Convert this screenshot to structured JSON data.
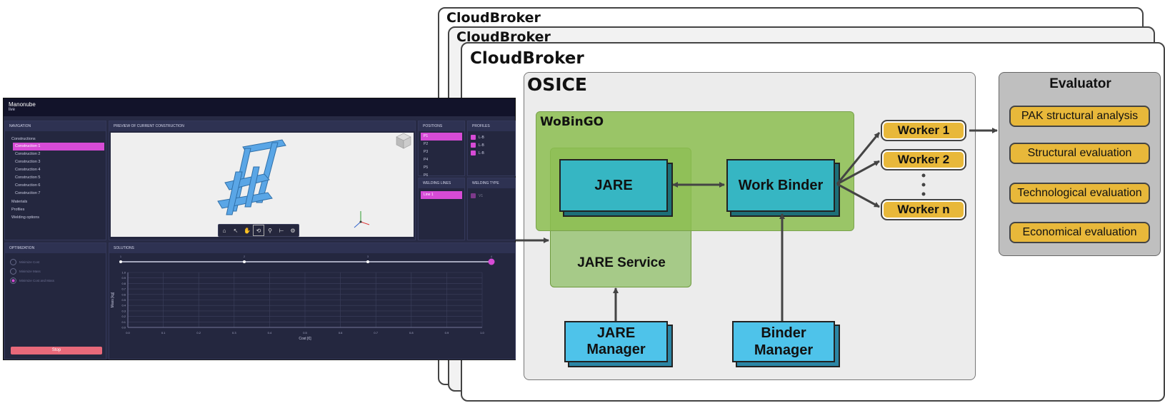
{
  "cloudbroker": {
    "labels": [
      "CloudBroker",
      "CloudBroker",
      "CloudBroker"
    ]
  },
  "osice": {
    "title": "OSICE"
  },
  "wobingo": {
    "title": "WoBinGO"
  },
  "jare": {
    "label": "JARE"
  },
  "work_binder": {
    "label": "Work Binder"
  },
  "jare_service": {
    "label": "JARE Service"
  },
  "jare_manager": {
    "label": "JARE Manager"
  },
  "binder_manager": {
    "line1": "Binder",
    "line2": "Manager"
  },
  "workers": [
    "Worker 1",
    "Worker 2",
    "Worker n"
  ],
  "evaluator": {
    "title": "Evaluator",
    "items": [
      "PAK structural analysis",
      "Structural evaluation",
      "Technological evaluation",
      "Economical evaluation"
    ]
  },
  "colors": {
    "teal": "#36b6c3",
    "light_blue": "#4ec3ea",
    "gold": "#e8b83a",
    "green": "#8cbe50",
    "magenta": "#d64bd6",
    "app_bg": "#272a44"
  },
  "app": {
    "title": "Manonube",
    "subtitle": "live",
    "navigation": {
      "header": "Navigation",
      "section": "Constructions",
      "constructions": [
        "Construction 1",
        "Construction 2",
        "Construction 3",
        "Construction 4",
        "Construction 5",
        "Construction 6",
        "Construction 7"
      ],
      "active_index": 0,
      "other": [
        "Materials",
        "Profiles",
        "Welding options"
      ]
    },
    "preview": {
      "header": "Preview of current construction"
    },
    "positions": {
      "header": "Positions",
      "items": [
        "P1",
        "P2",
        "P3",
        "P4",
        "P5",
        "P6"
      ]
    },
    "profiles": {
      "header": "Profiles",
      "items": [
        "L-B",
        "L-B",
        "L-B"
      ]
    },
    "welding_lines": {
      "header": "Welding lines",
      "items": [
        "Line 1"
      ]
    },
    "welding_type": {
      "header": "Welding type",
      "items": [
        "V1"
      ]
    },
    "optimization": {
      "header": "Optimization",
      "options": [
        "Minimize Cost",
        "Minimize Mass",
        "Minimize Cost and Mass"
      ],
      "selected": 2,
      "stop_label": "Stop"
    },
    "solutions": {
      "header": "Solutions",
      "slider_ticks": [
        "1",
        "2",
        "3",
        "4"
      ]
    }
  },
  "chart_data": {
    "type": "scatter",
    "xlabel": "Cost [€]",
    "ylabel": "Mass [kg]",
    "xlim": [
      0.0,
      1.0
    ],
    "ylim": [
      0.0,
      1.0
    ],
    "x_ticks": [
      "0.0",
      "0.1",
      "0.2",
      "0.3",
      "0.4",
      "0.5",
      "0.6",
      "0.7",
      "0.8",
      "0.9",
      "1.0"
    ],
    "y_ticks": [
      "1.0",
      "0.9",
      "0.8",
      "0.7",
      "0.6",
      "0.5",
      "0.4",
      "0.3",
      "0.2",
      "0.1",
      "0.0"
    ],
    "grid": true,
    "series": []
  }
}
